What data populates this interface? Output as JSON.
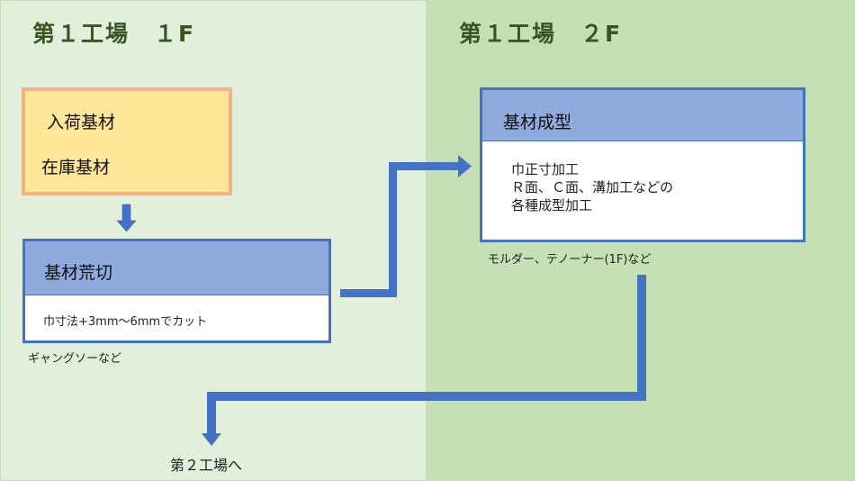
{
  "left_section": {
    "title": "第１工場　１F",
    "stock_box": {
      "line1": "入荷基材",
      "line2": "在庫基材"
    },
    "rough_cut": {
      "title": "基材荒切",
      "detail": "巾寸法+3mm～6mmでカット",
      "note": "ギャングソーなど"
    },
    "next_label": "第２工場へ"
  },
  "right_section": {
    "title": "第１工場　２F",
    "molding": {
      "title": "基材成型",
      "details": [
        "巾正寸加工",
        "Ｒ面、Ｃ面、溝加工などの",
        "各種成型加工"
      ],
      "note": "モルダー、テノーナー(1F)など"
    }
  },
  "colors": {
    "arrow": "#4472c4",
    "header": "#8faadc",
    "title": "#375623"
  }
}
